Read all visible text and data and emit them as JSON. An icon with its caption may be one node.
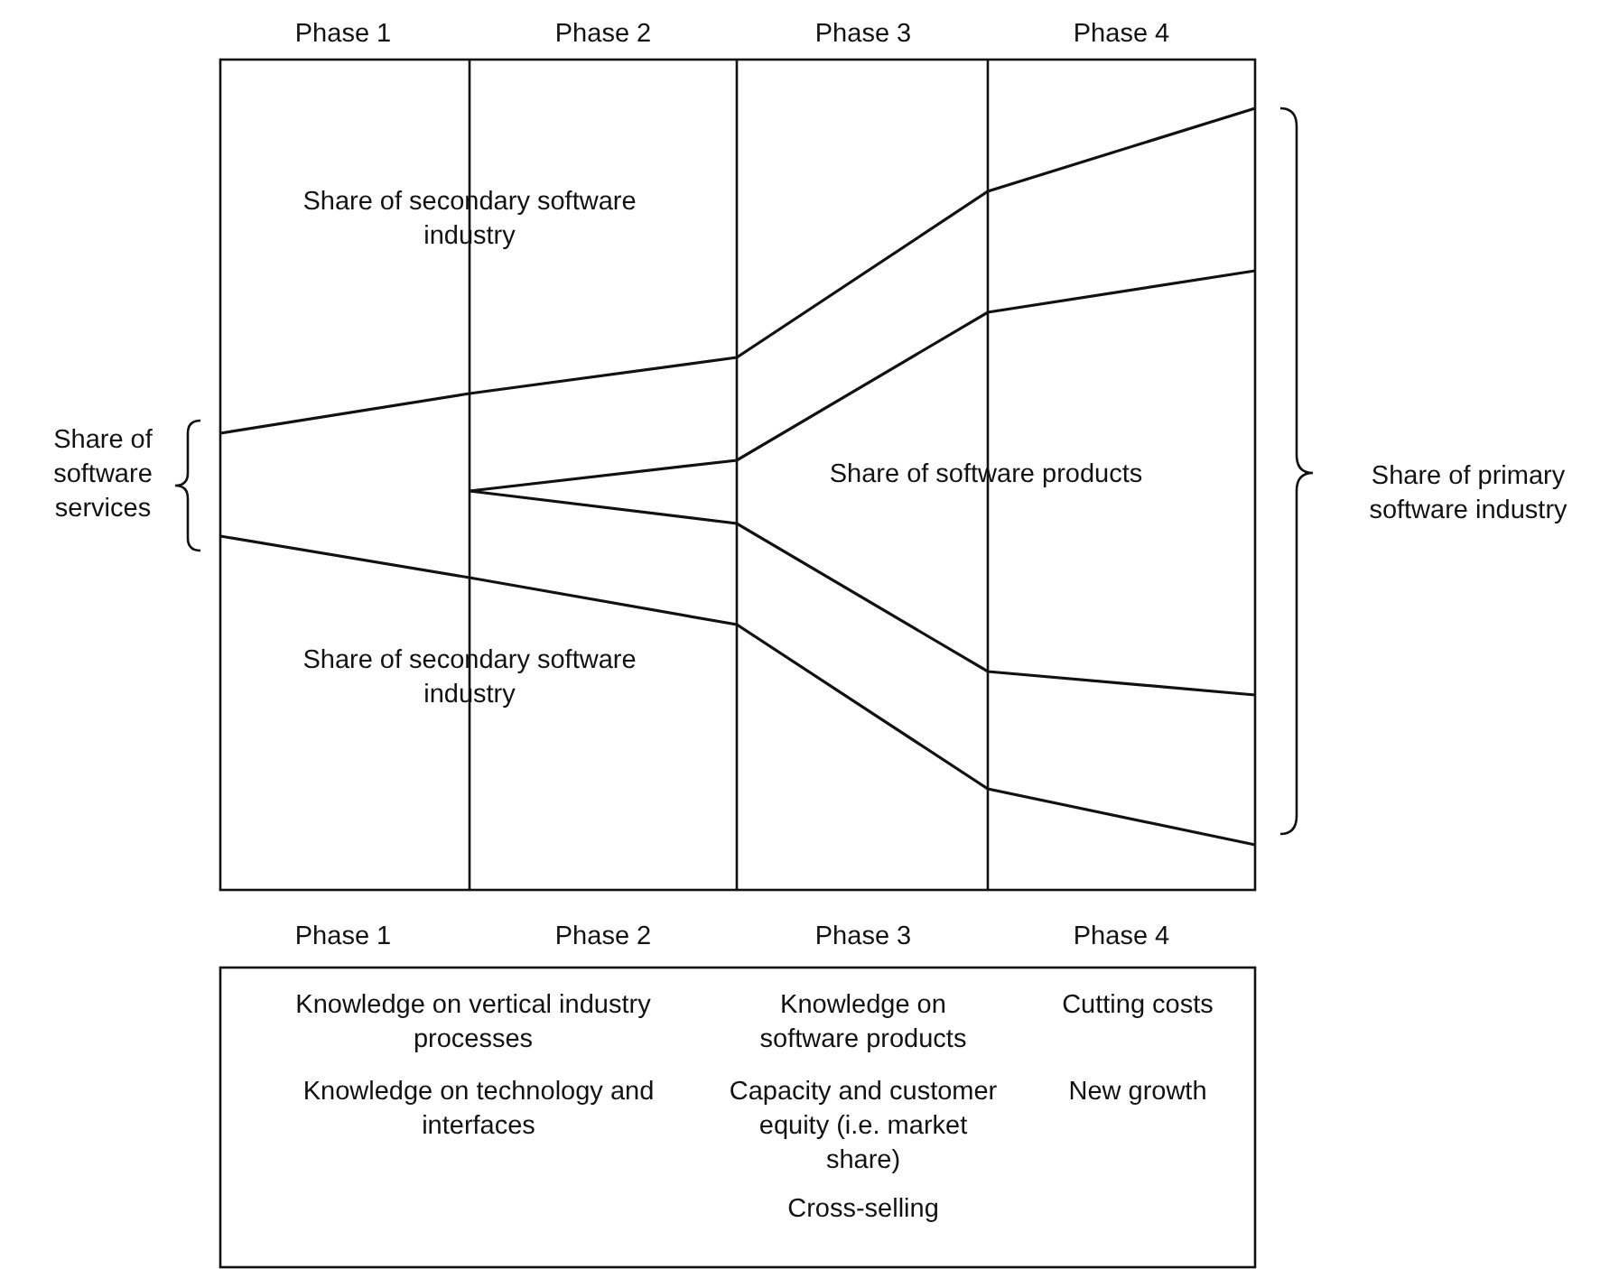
{
  "diagram": {
    "labels": [
      "Phase 1",
      "Phase 2",
      "Phase 3",
      "Phase 4",
      "Share of secondary software industry",
      "Share of software services",
      "Share of software products",
      "Share of primary software industry",
      "Share of secondary software industry",
      "Phase 1",
      "Phase 2",
      "Phase 3",
      "Phase 4",
      "Knowledge on vertical industry processes",
      "Knowledge on technology and interfaces",
      "Knowledge on software products",
      "Capacity and customer equity (i.e. market share)",
      "Cross-selling",
      "Cutting costs",
      "New growth"
    ]
  }
}
